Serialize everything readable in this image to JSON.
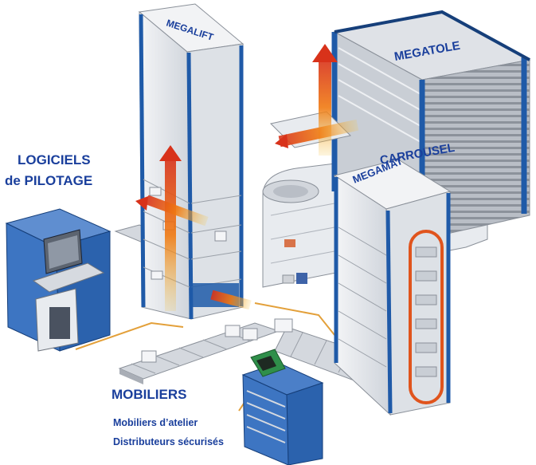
{
  "labels": {
    "megalift": "MEGALIFT",
    "megatole": "MEGATOLE",
    "carrousel": "CARROUSEL",
    "megamat": "MEGAMAT",
    "logiciels_line1": "LOGICIELS",
    "logiciels_line2": "de PILOTAGE",
    "mobiliers_title": "MOBILIERS",
    "mobiliers_item1": "Mobiliers d’atelier",
    "mobiliers_item2": "Distributeurs sécurisés"
  },
  "colors": {
    "label_blue": "#1a3f9c",
    "frame_blue": "#1f5aa8",
    "frame_dark": "#163f7a",
    "panel_grey": "#d9dde3",
    "panel_light": "#eef0f3",
    "arrow_orange": "#f07a12",
    "arrow_yellow": "#f6c646",
    "arrow_red": "#d8321a",
    "carousel_chain": "#e0541d",
    "conveyor": "#c8ccd2",
    "cable": "#e3a03a"
  },
  "icons": [
    "orange-arrow-icon",
    "cabinet-icon",
    "computer-terminal-icon"
  ]
}
